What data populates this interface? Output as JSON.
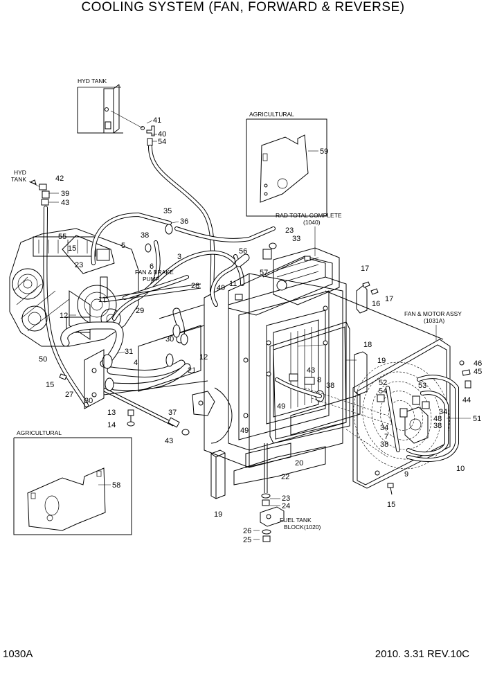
{
  "title": "COOLING SYSTEM (FAN, FORWARD & REVERSE)",
  "footer": {
    "page_code": "1030A",
    "date_rev": "2010. 3.31  REV.10C"
  },
  "group_labels": {
    "hyd_tank_box": "HYD TANK",
    "hyd_tank_1": "HYD",
    "hyd_tank_2": "TANK",
    "agricultural_top": "AGRICULTURAL",
    "agricultural_bottom": "AGRICULTURAL",
    "rad_total_1": "RAD TOTAL COMPLETE",
    "rad_total_2": "(1040)",
    "fan_motor_1": "FAN & MOTOR ASSY",
    "fan_motor_2": "(1031A)",
    "fan_brake_1": "FAN & BRAKE",
    "fan_brake_2": "PUMP",
    "fuel_tank_1": "FUEL TANK",
    "fuel_tank_2": "BLOCK(1020)"
  },
  "callouts": [
    "41",
    "40",
    "54",
    "42",
    "39",
    "43",
    "35",
    "36",
    "38",
    "5",
    "6",
    "55",
    "15",
    "23",
    "3",
    "11",
    "29",
    "28",
    "12",
    "50",
    "31",
    "4",
    "30",
    "21",
    "12",
    "15",
    "27",
    "30",
    "13",
    "14",
    "37",
    "43",
    "59",
    "23",
    "33",
    "56",
    "57",
    "49",
    "11",
    "17",
    "17",
    "16",
    "18",
    "19",
    "43",
    "8",
    "38",
    "49",
    "52",
    "54",
    "53",
    "34",
    "7",
    "38",
    "48",
    "38",
    "34",
    "49",
    "46",
    "45",
    "44",
    "51",
    "20",
    "22",
    "9",
    "10",
    "15",
    "23",
    "24",
    "26",
    "25",
    "19",
    "58"
  ]
}
